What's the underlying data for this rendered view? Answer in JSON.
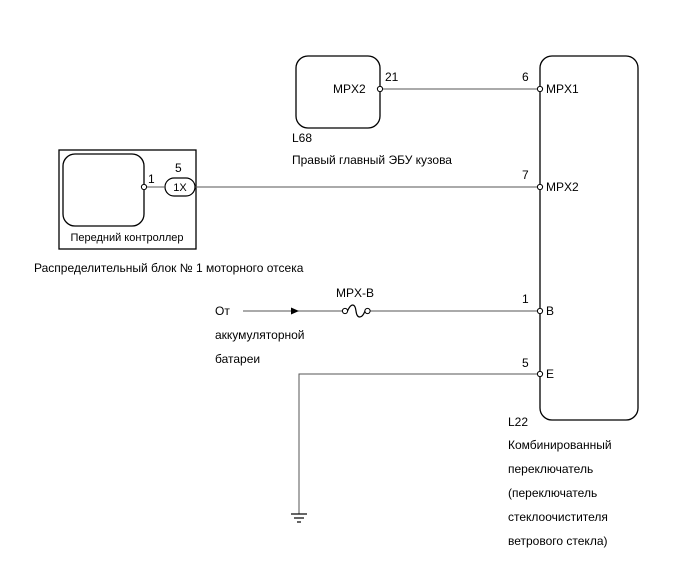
{
  "ecu_l68": {
    "code": "L68",
    "name": "Правый главный ЭБУ кузова",
    "pin_label": "MPX2",
    "pin_number": "21"
  },
  "switch_l22": {
    "code": "L22",
    "name_lines": [
      "Комбинированный",
      "переключатель",
      "(переключатель",
      "стеклоочистителя",
      "ветрового стекла)"
    ],
    "pins": [
      {
        "number": "6",
        "label": "MPX1"
      },
      {
        "number": "7",
        "label": "MPX2"
      },
      {
        "number": "1",
        "label": "B"
      },
      {
        "number": "5",
        "label": "E"
      }
    ]
  },
  "front_controller": {
    "inner_label": "Передний контроллер",
    "outer_label": "Распределительный блок № 1 моторного отсека",
    "pin_number": "1",
    "connector_label": "1X",
    "connector_pin": "5"
  },
  "battery_source": {
    "lines": [
      "От",
      "аккумуляторной",
      "батареи"
    ]
  },
  "fuse": {
    "label": "MPX-B"
  }
}
